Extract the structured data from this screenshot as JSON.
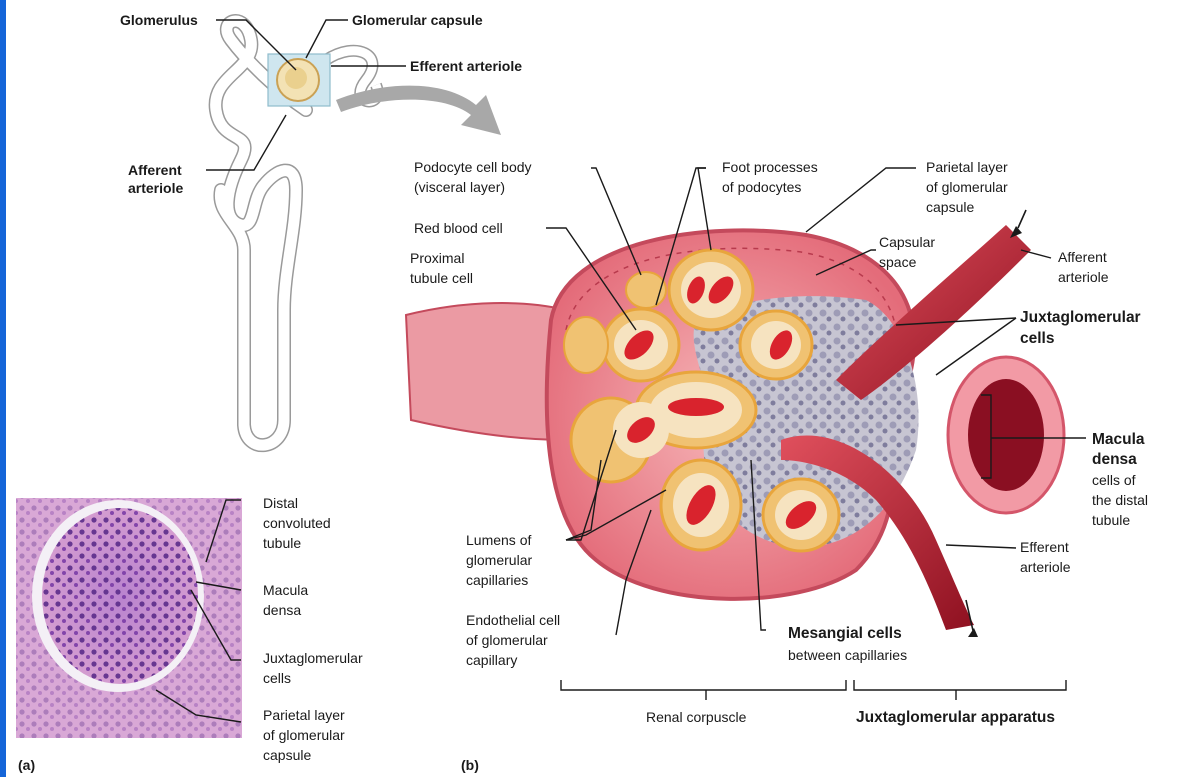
{
  "panel_a": {
    "letter": "(a)",
    "labels": {
      "distal_1": "Distal",
      "distal_2": "convoluted",
      "distal_3": "tubule",
      "macula_1": "Macula",
      "macula_2": "densa",
      "jg_1": "Juxtaglomerular",
      "jg_2": "cells",
      "parietal_1": "Parietal layer",
      "parietal_2": "of glomerular",
      "parietal_3": "capsule"
    }
  },
  "nephron": {
    "glomerulus": "Glomerulus",
    "glomerular_capsule": "Glomerular capsule",
    "efferent_arteriole": "Efferent arteriole",
    "afferent_1": "Afferent",
    "afferent_2": "arteriole"
  },
  "panel_b": {
    "letter": "(b)",
    "labels": {
      "podocyte_1": "Podocyte cell body",
      "podocyte_2": "(visceral layer)",
      "foot_1": "Foot processes",
      "foot_2": "of podocytes",
      "parietal_1": "Parietal layer",
      "parietal_2": "of glomerular",
      "parietal_3": "capsule",
      "rbc": "Red blood cell",
      "proximal_1": "Proximal",
      "proximal_2": "tubule cell",
      "capsular_1": "Capsular",
      "capsular_2": "space",
      "afferent_1": "Afferent",
      "afferent_2": "arteriole",
      "jg_1": "Juxtaglomerular",
      "jg_2": "cells",
      "macula_1": "Macula",
      "macula_2": "densa",
      "macula_3": "cells of",
      "macula_4": "the distal",
      "macula_5": "tubule",
      "efferent_1": "Efferent",
      "efferent_2": "arteriole",
      "lumens_1": "Lumens of",
      "lumens_2": "glomerular",
      "lumens_3": "capillaries",
      "endo_1": "Endothelial cell",
      "endo_2": "of glomerular",
      "endo_3": "capillary",
      "mesangial_1": "Mesangial cells",
      "mesangial_2": "between capillaries",
      "renal_corpuscle": "Renal corpuscle",
      "jga": "Juxtaglomerular apparatus"
    }
  },
  "colors": {
    "frame_border": "#1565d8",
    "tissue": "#e8828e",
    "vessel": "#b01a28",
    "capillary": "#f2cf8a",
    "rbc": "#d9232d",
    "micrograph": "#c97cc2"
  }
}
